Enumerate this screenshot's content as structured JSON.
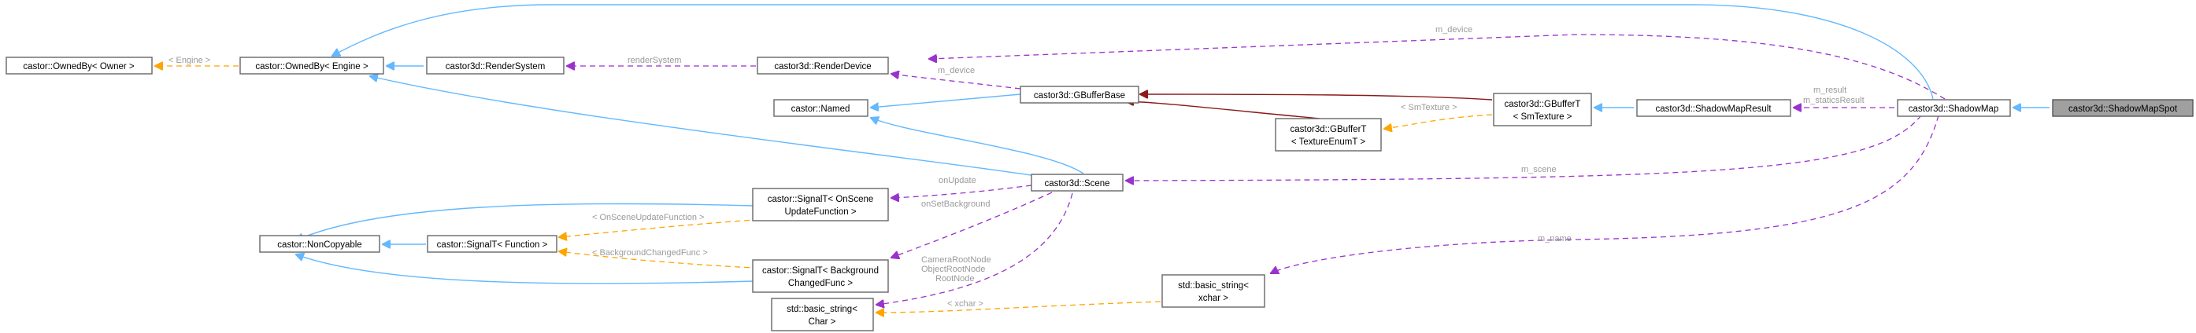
{
  "colors": {
    "inheritance": "#63b8ff",
    "usage": "#9a32cd",
    "template": "#ffa500",
    "strong_inheritance": "#8b1a1a",
    "highlight_fill": "#a0a0a0"
  },
  "nodes": {
    "shadowmapspot": [
      "castor3d::ShadowMapSpot"
    ],
    "shadowmap": [
      "castor3d::ShadowMap"
    ],
    "shadowmapresult": [
      "castor3d::ShadowMapResult"
    ],
    "gbuffert_sm": [
      "castor3d::GBufferT",
      "< SmTexture >"
    ],
    "gbuffert_tmpl": [
      "castor3d::GBufferT",
      "< TextureEnumT >"
    ],
    "gbufferbase": [
      "castor3d::GBufferBase"
    ],
    "renderdevice": [
      "castor3d::RenderDevice"
    ],
    "rendersystem": [
      "castor3d::RenderSystem"
    ],
    "ownedby_engine": [
      "castor::OwnedBy< Engine >"
    ],
    "ownedby_owner": [
      "castor::OwnedBy< Owner >"
    ],
    "named": [
      "castor::Named"
    ],
    "scene": [
      "castor3d::Scene"
    ],
    "signal_onscene": [
      "castor::SignalT< OnScene",
      "UpdateFunction >"
    ],
    "signal_function": [
      "castor::SignalT< Function >"
    ],
    "noncopyable": [
      "castor::NonCopyable"
    ],
    "signal_background": [
      "castor::SignalT< Background",
      "ChangedFunc >"
    ],
    "string_char": [
      "std::basic_string<",
      "Char >"
    ],
    "string_xchar": [
      "std::basic_string<",
      "xchar >"
    ]
  },
  "edge_labels": {
    "m_device": [
      "m_device"
    ],
    "m_device_gbuffer": [
      "m_device"
    ],
    "rendersystem": [
      "renderSystem"
    ],
    "engine": [
      "< Engine >"
    ],
    "smtexture": [
      "< SmTexture >"
    ],
    "m_result": [
      "m_result",
      "m_staticsResult"
    ],
    "m_scene": [
      "m_scene"
    ],
    "m_name": [
      "m_name"
    ],
    "onupdate": [
      "onUpdate"
    ],
    "onscenefunc": [
      "< OnSceneUpdateFunction >"
    ],
    "onsetbackground": [
      "onSetBackground"
    ],
    "bgchanged": [
      "< BackgroundChangedFunc >"
    ],
    "rootnodes": [
      "CameraRootNode",
      "ObjectRootNode",
      "RootNode"
    ],
    "xchar": [
      "< xchar >"
    ]
  }
}
